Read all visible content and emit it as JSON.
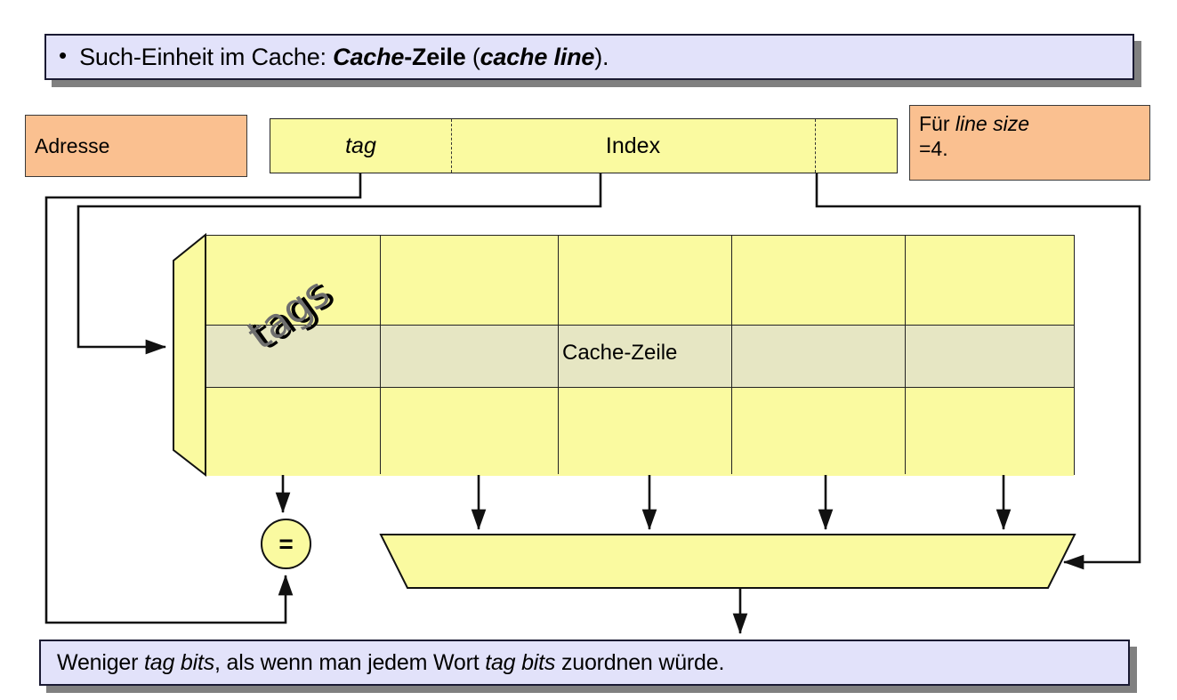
{
  "slide": {
    "top_banner": {
      "bullet": "•",
      "text_parts": [
        {
          "t": "Such-Einheit im Cache: ",
          "style": "normal"
        },
        {
          "t": "Cache-Zeile",
          "style": "bold-italic-mixed"
        },
        {
          "t": " (",
          "style": "normal"
        },
        {
          "t": "cache line",
          "style": "bold-italic"
        },
        {
          "t": ").",
          "style": "normal"
        }
      ],
      "plain": "Such-Einheit im Cache: Cache-Zeile (cache line)."
    },
    "bottom_banner": {
      "plain": "Weniger tag bits, als wenn man jedem Wort tag bits zuordnen würde.",
      "parts": [
        {
          "t": "Weniger ",
          "style": "normal"
        },
        {
          "t": "tag bits",
          "style": "italic"
        },
        {
          "t": ", als wenn man jedem Wort ",
          "style": "normal"
        },
        {
          "t": "tag bits",
          "style": "italic"
        },
        {
          "t": " zuordnen würde.",
          "style": "normal"
        }
      ]
    }
  },
  "labels": {
    "adresse": "Adresse",
    "linesize_pre": "Für ",
    "linesize_em": "line size",
    "linesize_post": "=4.",
    "cache_zeile": "Cache-Zeile",
    "tags": "tags",
    "comparator": "="
  },
  "address_fields": [
    {
      "name": "tag",
      "label": "tag",
      "italic": true
    },
    {
      "name": "index",
      "label": "Index",
      "italic": false
    },
    {
      "name": "offset",
      "label": "",
      "italic": false
    }
  ],
  "grid": {
    "columns": 5,
    "rows": 3,
    "highlighted_row_index": 1,
    "highlighted_label": "Cache-Zeile"
  },
  "colors": {
    "banner_fill": "#E2E2FA",
    "banner_border": "#1A1A33",
    "banner_shadow": "#808080",
    "orange_fill": "#FAC090",
    "yellow_fill": "#FAFAA0",
    "highlight_fill": "#E6E6C3",
    "line": "#111111",
    "tags_text": "#6E6E6E"
  }
}
